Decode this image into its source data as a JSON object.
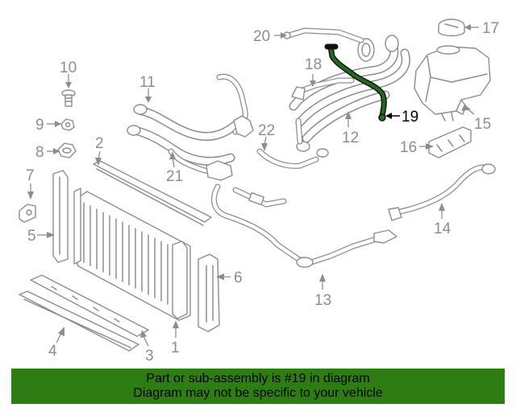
{
  "diagram": {
    "callouts": {
      "c1": "1",
      "c2": "2",
      "c3": "3",
      "c4": "4",
      "c5": "5",
      "c6": "6",
      "c7": "7",
      "c8": "8",
      "c9": "9",
      "c10": "10",
      "c11": "11",
      "c12": "12",
      "c13": "13",
      "c14": "14",
      "c15": "15",
      "c16": "16",
      "c17": "17",
      "c18": "18",
      "c19": "19",
      "c20": "20",
      "c21": "21",
      "c22": "22"
    },
    "highlighted_part": "19",
    "highlight_color": "#1f6e1f",
    "line_color": "#8d8d8d"
  },
  "banner": {
    "line1": "Part or sub-assembly is #19 in diagram",
    "line2": "Diagram may not be specific to your vehicle",
    "background": "#2e7d14"
  }
}
